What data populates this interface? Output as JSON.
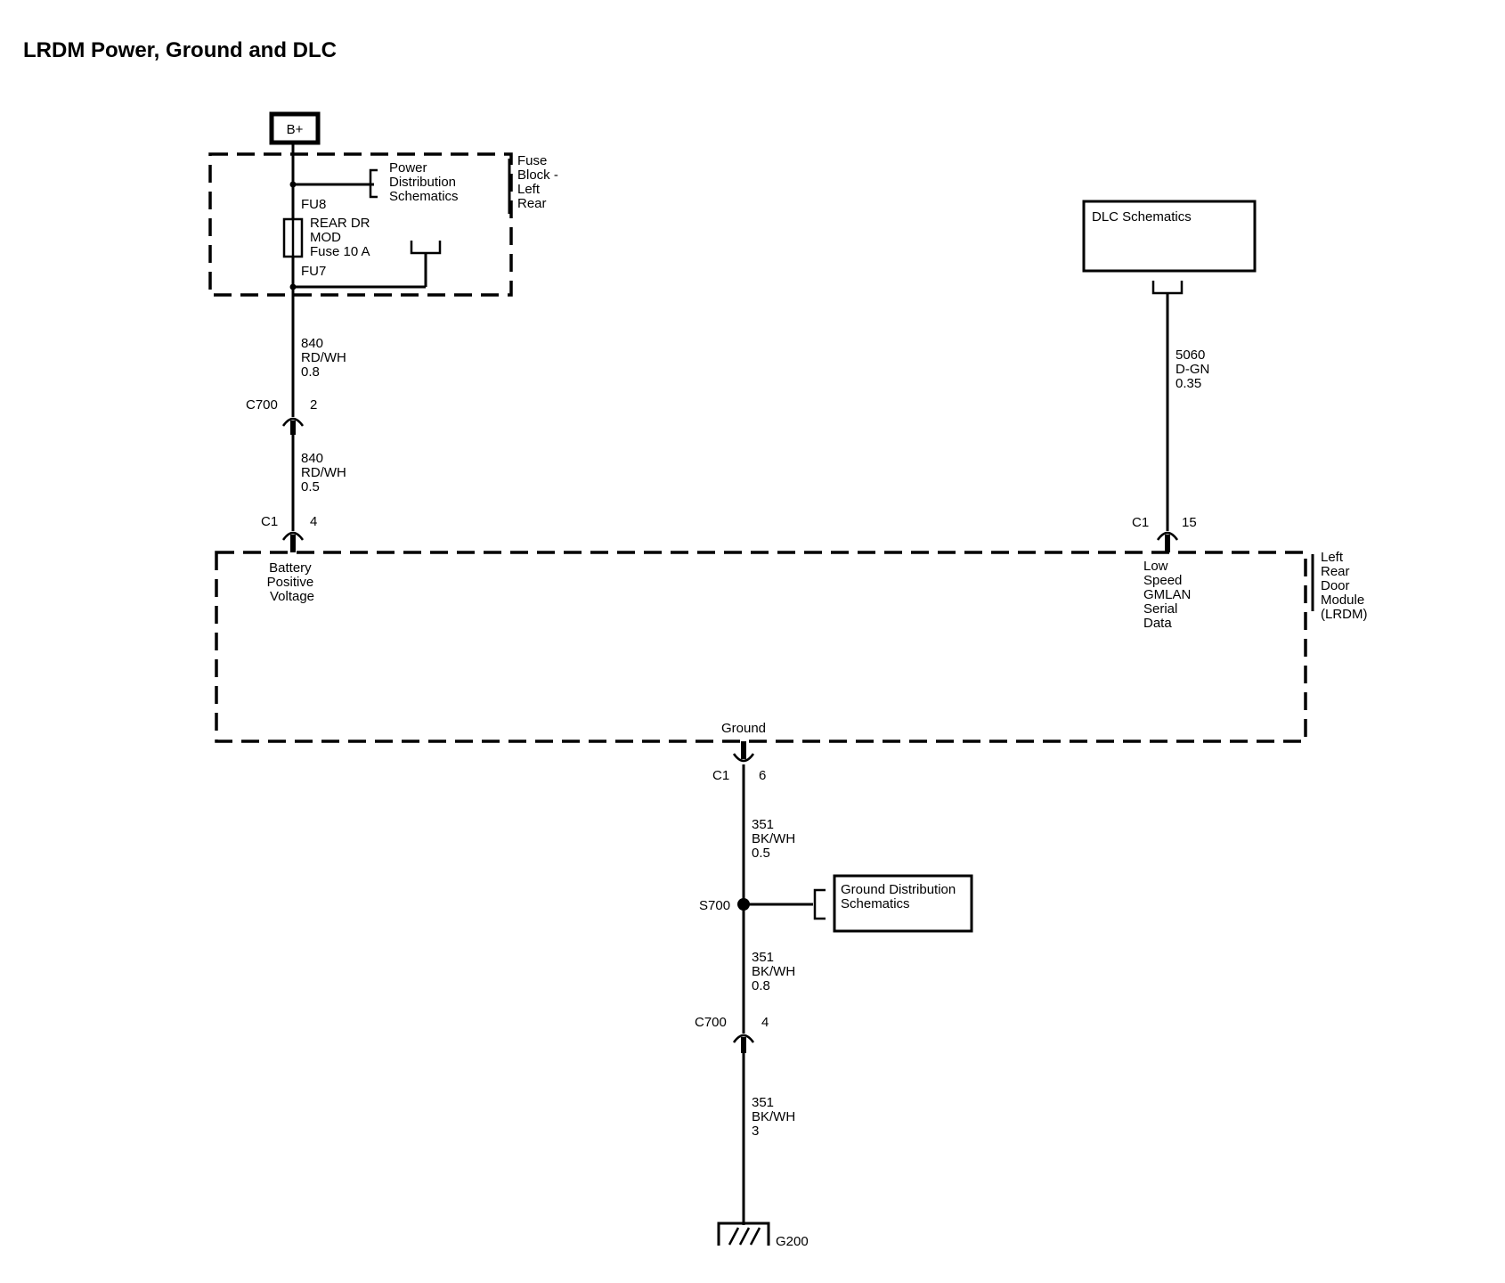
{
  "title": "LRDM Power, Ground and DLC",
  "power": {
    "source": "B+",
    "fuse_block": [
      "Fuse",
      "Block -",
      "Left",
      "Rear"
    ],
    "power_dist": [
      "Power",
      "Distribution",
      "Schematics"
    ],
    "fu8": "FU8",
    "fuse": [
      "REAR DR",
      "MOD",
      "Fuse 10 A"
    ],
    "fu7": "FU7"
  },
  "wires": {
    "w840_a": [
      "840",
      "RD/WH",
      "0.8"
    ],
    "w840_b": [
      "840",
      "RD/WH",
      "0.5"
    ],
    "w5060": [
      "5060",
      "D-GN",
      "0.35"
    ],
    "w351_a": [
      "351",
      "BK/WH",
      "0.5"
    ],
    "w351_b": [
      "351",
      "BK/WH",
      "0.8"
    ],
    "w351_c": [
      "351",
      "BK/WH",
      "3"
    ]
  },
  "connectors": {
    "c700_top": {
      "name": "C700",
      "pin": "2"
    },
    "c1_batt": {
      "name": "C1",
      "pin": "4"
    },
    "c1_data": {
      "name": "C1",
      "pin": "15"
    },
    "c1_gnd": {
      "name": "C1",
      "pin": "6"
    },
    "c700_bottom": {
      "name": "C700",
      "pin": "4"
    }
  },
  "dlc": "DLC Schematics",
  "module": {
    "name": [
      "Left",
      "Rear",
      "Door",
      "Module",
      "(LRDM)"
    ],
    "battery": [
      "Battery",
      "Positive",
      "Voltage"
    ],
    "data": [
      "Low",
      "Speed",
      "GMLAN",
      "Serial",
      "Data"
    ],
    "ground": "Ground"
  },
  "splice": "S700",
  "ground_dist": [
    "Ground Distribution",
    "Schematics"
  ],
  "ground_point": "G200"
}
